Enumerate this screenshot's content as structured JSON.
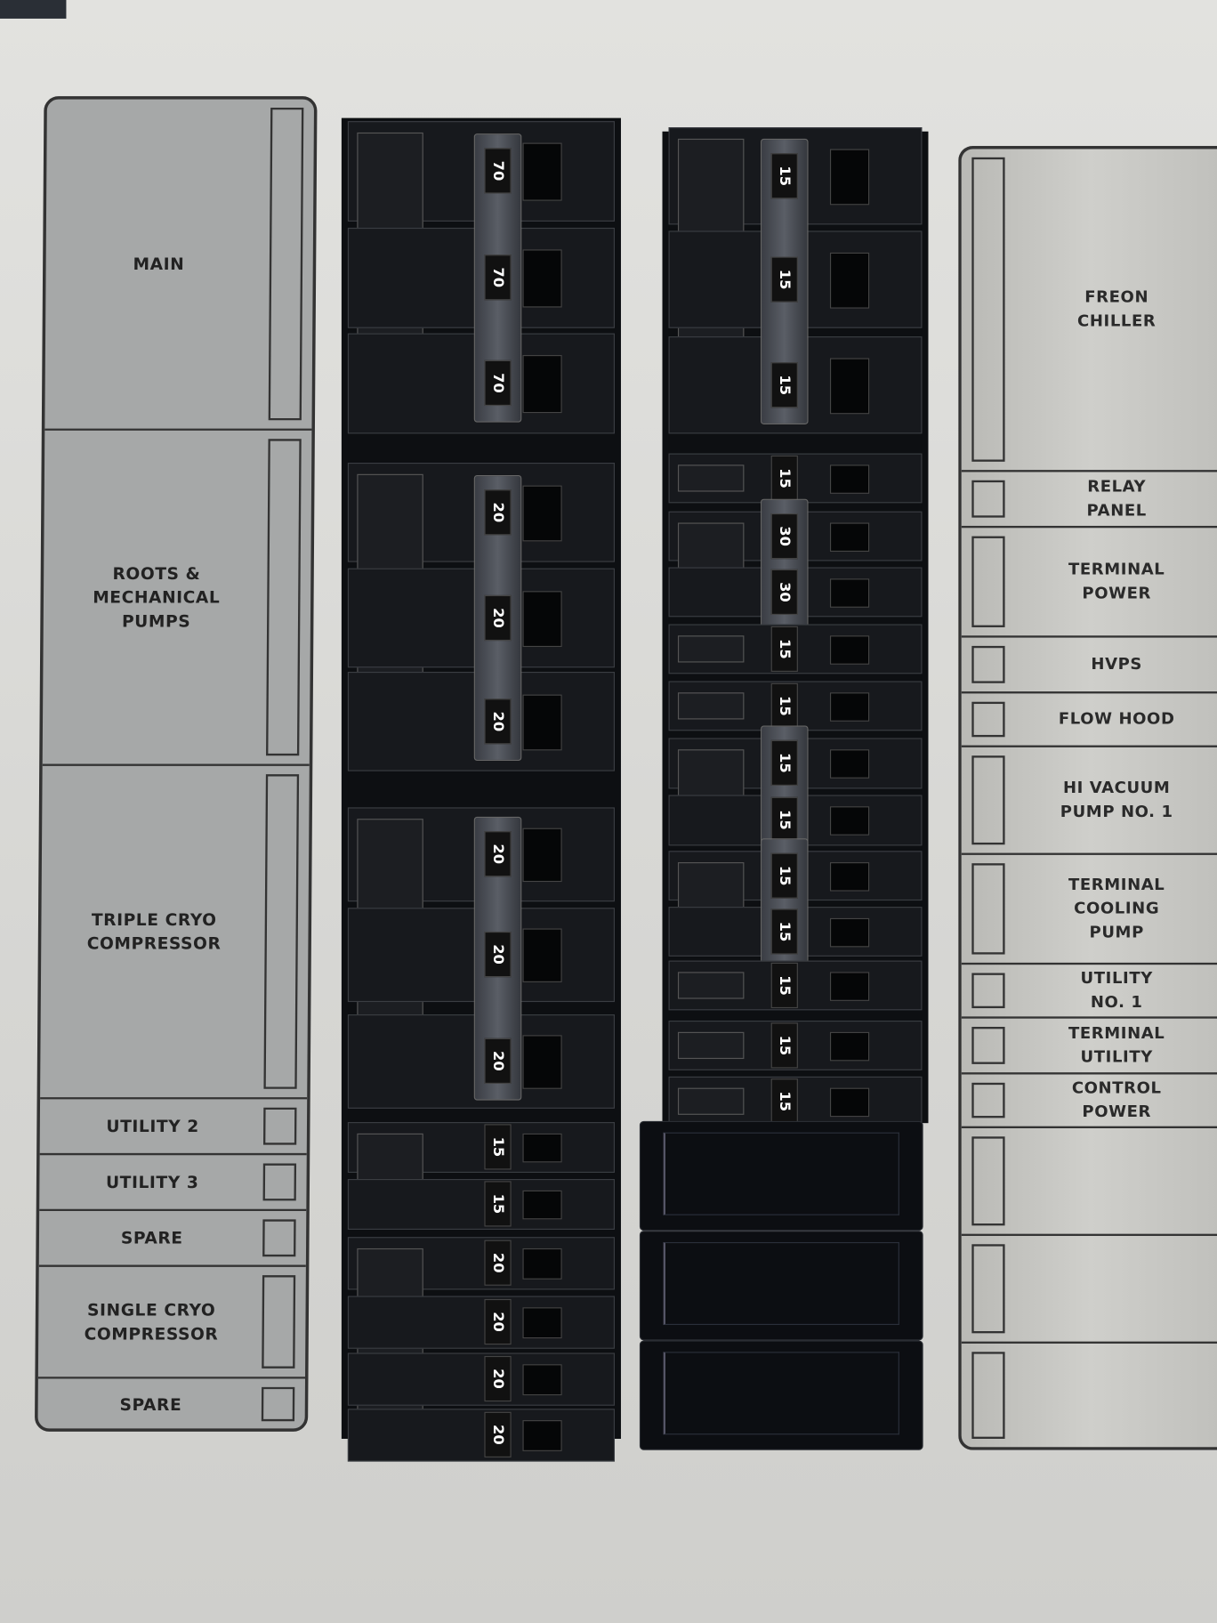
{
  "left_panel": {
    "circuits": [
      {
        "label": "MAIN"
      },
      {
        "label": "ROOTS &\nMECHANICAL\nPUMPS"
      },
      {
        "label": "TRIPLE CRYO\nCOMPRESSOR"
      },
      {
        "label": "UTILITY 2"
      },
      {
        "label": "UTILITY 3"
      },
      {
        "label": "SPARE"
      },
      {
        "label": "SINGLE CRYO\nCOMPRESSOR"
      },
      {
        "label": "SPARE"
      }
    ]
  },
  "right_panel": {
    "circuits": [
      {
        "label": "FREON\nCHILLER"
      },
      {
        "label": "RELAY\nPANEL"
      },
      {
        "label": "TERMINAL\nPOWER"
      },
      {
        "label": "HVPS"
      },
      {
        "label": "FLOW HOOD"
      },
      {
        "label": "HI VACUUM\nPUMP NO. 1"
      },
      {
        "label": "TERMINAL\nCOOLING\nPUMP"
      },
      {
        "label": "UTILITY\nNO. 1"
      },
      {
        "label": "TERMINAL\nUTILITY"
      },
      {
        "label": "CONTROL\nPOWER"
      },
      {
        "label": ""
      },
      {
        "label": ""
      },
      {
        "label": ""
      }
    ]
  },
  "breakers": {
    "left": [
      {
        "ratings": [
          "70",
          "70",
          "70"
        ],
        "ganged": true
      },
      {
        "ratings": [
          "20",
          "20",
          "20"
        ],
        "ganged": true
      },
      {
        "ratings": [
          "20",
          "20",
          "20"
        ],
        "ganged": true
      },
      {
        "ratings": [
          "15",
          "15"
        ],
        "ganged": false
      },
      {
        "ratings": [
          "20",
          "20",
          "20",
          "20"
        ],
        "ganged": false
      }
    ],
    "right": [
      {
        "ratings": [
          "15",
          "15",
          "15"
        ],
        "ganged": true
      },
      {
        "ratings": [
          "15"
        ],
        "ganged": false
      },
      {
        "ratings": [
          "30",
          "30"
        ],
        "ganged": true
      },
      {
        "ratings": [
          "15"
        ],
        "ganged": false
      },
      {
        "ratings": [
          "15"
        ],
        "ganged": false
      },
      {
        "ratings": [
          "15",
          "15"
        ],
        "ganged": true
      },
      {
        "ratings": [
          "15",
          "15"
        ],
        "ganged": true
      },
      {
        "ratings": [
          "15"
        ],
        "ganged": false
      },
      {
        "ratings": [
          "15"
        ],
        "ganged": false
      },
      {
        "ratings": [
          "15"
        ],
        "ganged": false
      }
    ],
    "blank_covers": 3
  }
}
